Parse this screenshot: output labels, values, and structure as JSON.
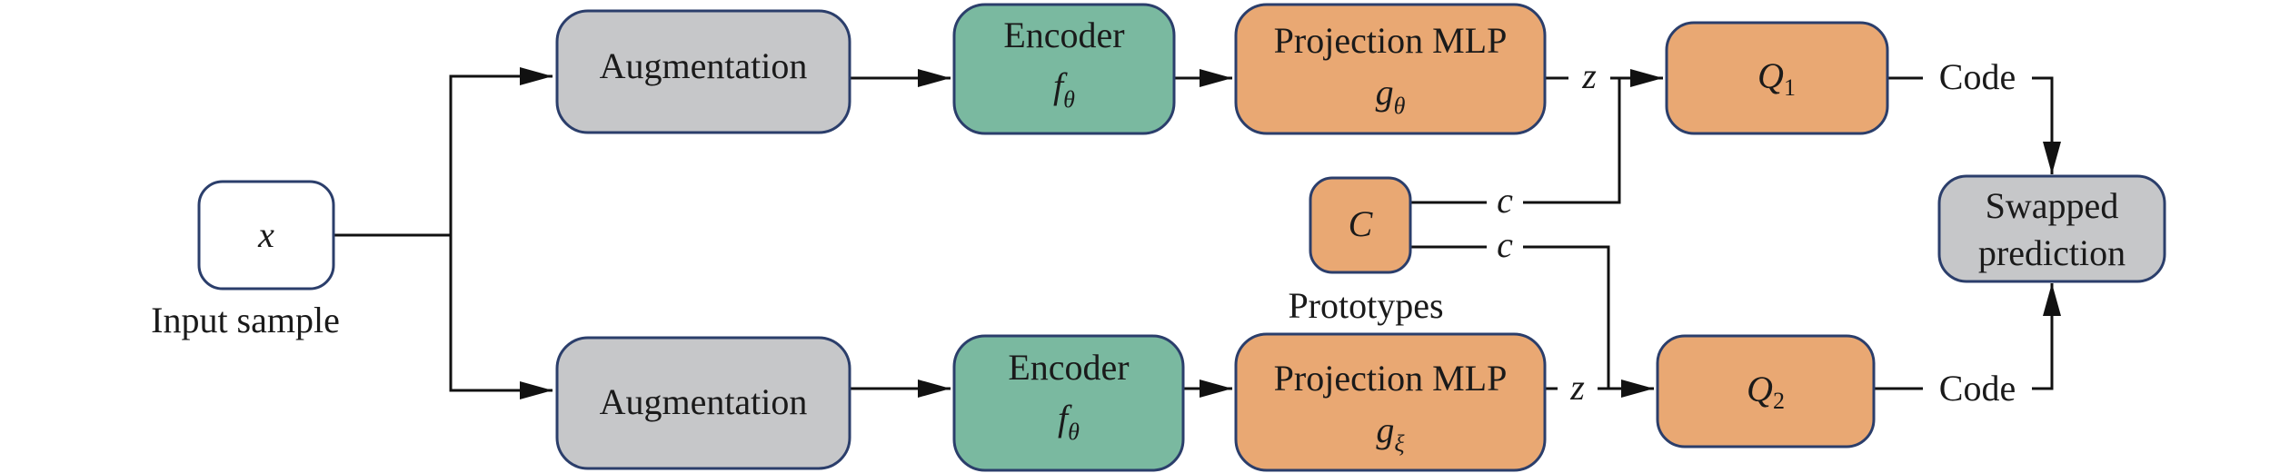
{
  "colors": {
    "gray": "#c6c7c9",
    "teal": "#7ab9a0",
    "orange": "#e9a873",
    "white": "#ffffff",
    "border": "#2b3e6b"
  },
  "input": {
    "symbol": "x",
    "caption": "Input sample"
  },
  "upper": {
    "augmentation": "Augmentation",
    "encoder": {
      "title": "Encoder",
      "fn": "f",
      "sub": "θ"
    },
    "projection": {
      "title": "Projection MLP",
      "fn": "g",
      "sub": "θ"
    },
    "z_label": "z",
    "quantizer": {
      "fn": "Q",
      "sub": "1"
    },
    "code_label": "Code"
  },
  "lower": {
    "augmentation": "Augmentation",
    "encoder": {
      "title": "Encoder",
      "fn": "f",
      "sub": "θ"
    },
    "projection": {
      "title": "Projection MLP",
      "fn": "g",
      "sub": "ξ"
    },
    "z_label": "z",
    "quantizer": {
      "fn": "Q",
      "sub": "2"
    },
    "code_label": "Code"
  },
  "prototypes": {
    "symbol": "C",
    "caption": "Prototypes",
    "c_label_top": "c",
    "c_label_bottom": "c"
  },
  "swapped": {
    "line1": "Swapped",
    "line2": "prediction"
  }
}
